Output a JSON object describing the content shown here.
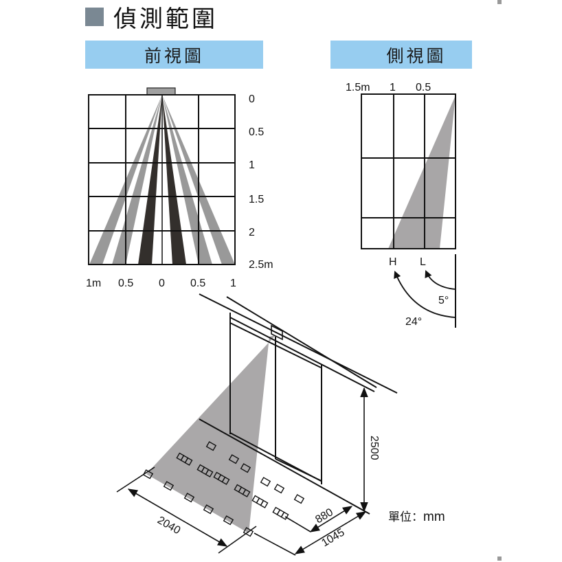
{
  "title": {
    "icon": "gray-square-bullet",
    "text": "偵測範圍"
  },
  "front_view": {
    "banner": "前視圖",
    "x_ticks": [
      "1m",
      "0.5",
      "0",
      "0.5",
      "1"
    ],
    "y_ticks": [
      "0",
      "0.5",
      "1",
      "1.5",
      "2",
      "2.5m"
    ],
    "colors": {
      "outer_beams": "#999999",
      "inner_beams": "#332f2c",
      "sensor": "#a0a0a0"
    },
    "beams": [
      {
        "side": "left",
        "tone": "light",
        "bottom_from_m": -1.0,
        "bottom_to_m": -0.82
      },
      {
        "side": "left",
        "tone": "light",
        "bottom_from_m": -0.69,
        "bottom_to_m": -0.5
      },
      {
        "side": "left",
        "tone": "dark",
        "bottom_from_m": -0.33,
        "bottom_to_m": -0.14
      },
      {
        "side": "right",
        "tone": "dark",
        "bottom_from_m": 0.14,
        "bottom_to_m": 0.33
      },
      {
        "side": "right",
        "tone": "light",
        "bottom_from_m": 0.5,
        "bottom_to_m": 0.69
      },
      {
        "side": "right",
        "tone": "light",
        "bottom_from_m": 0.82,
        "bottom_to_m": 1.0
      }
    ]
  },
  "side_view": {
    "banner": "側視圖",
    "x_ticks": [
      "1.5m",
      "1",
      "0.5"
    ],
    "angle_labels": {
      "high": "H",
      "low": "L"
    },
    "angles": {
      "low": "5°",
      "high": "24°"
    },
    "colors": {
      "beam": "#a8a6a7"
    }
  },
  "install_view": {
    "dimensions": {
      "height": "2500",
      "width": "2040",
      "depth_inner": "880",
      "depth_outer": "1045"
    },
    "colors": {
      "coverage": "#aaa8a9"
    }
  },
  "unit": {
    "label": "單位：",
    "value": "mm"
  }
}
